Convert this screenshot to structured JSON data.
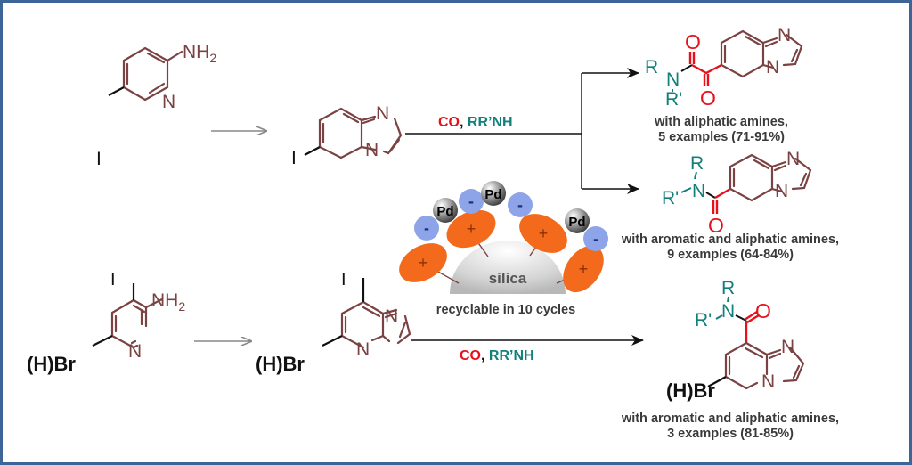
{
  "colors": {
    "frame": "#3d6597",
    "ring_bond": "#7a4242",
    "carbonyl": "#e8101a",
    "amine": "#127f7a",
    "cation": "#f36a1c",
    "anion": "#8ea4e8",
    "silica": "#d9d9d9"
  },
  "top_route": {
    "start_material": {
      "substituent": "I",
      "group": "NH",
      "group_sub": "2",
      "ring_N": "N"
    },
    "intermediate": {
      "substituent": "I",
      "ring_N1": "N",
      "ring_N2": "N"
    },
    "conditions": {
      "co": "CO",
      "sep": ", ",
      "amine": "RR’NH"
    },
    "product_1": {
      "R": "R",
      "R_prime": "R'",
      "N": "N",
      "O1": "O",
      "O2": "O",
      "ring_N1": "N",
      "ring_N2": "N",
      "caption_line1": "with aliphatic amines,",
      "caption_line2": "5 examples (71-91%)"
    },
    "product_2": {
      "R": "R",
      "R_prime": "R'",
      "N": "N",
      "O": "O",
      "ring_N1": "N",
      "ring_N2": "N",
      "caption_line1": "with aromatic and aliphatic amines,",
      "caption_line2": "9 examples (64-84%)"
    }
  },
  "catalyst": {
    "metal": "Pd",
    "anion_sign": "-",
    "cation_sign": "+",
    "support": "silica",
    "caption": "recyclable in 10 cycles"
  },
  "bottom_route": {
    "start_material": {
      "iodo": "I",
      "bromo": "(H)Br",
      "group": "NH",
      "group_sub": "2",
      "ring_N": "N"
    },
    "intermediate": {
      "iodo": "I",
      "bromo": "(H)Br",
      "ring_N1": "N",
      "ring_N2": "N"
    },
    "conditions": {
      "co": "CO",
      "sep": ", ",
      "amine": "RR’NH"
    },
    "product": {
      "R": "R",
      "R_prime": "R'",
      "N": "N",
      "O": "O",
      "bromo": "(H)Br",
      "ring_N1": "N",
      "ring_N2": "N",
      "caption_line1": "with aromatic and aliphatic amines,",
      "caption_line2": "3 examples (81-85%)"
    }
  }
}
